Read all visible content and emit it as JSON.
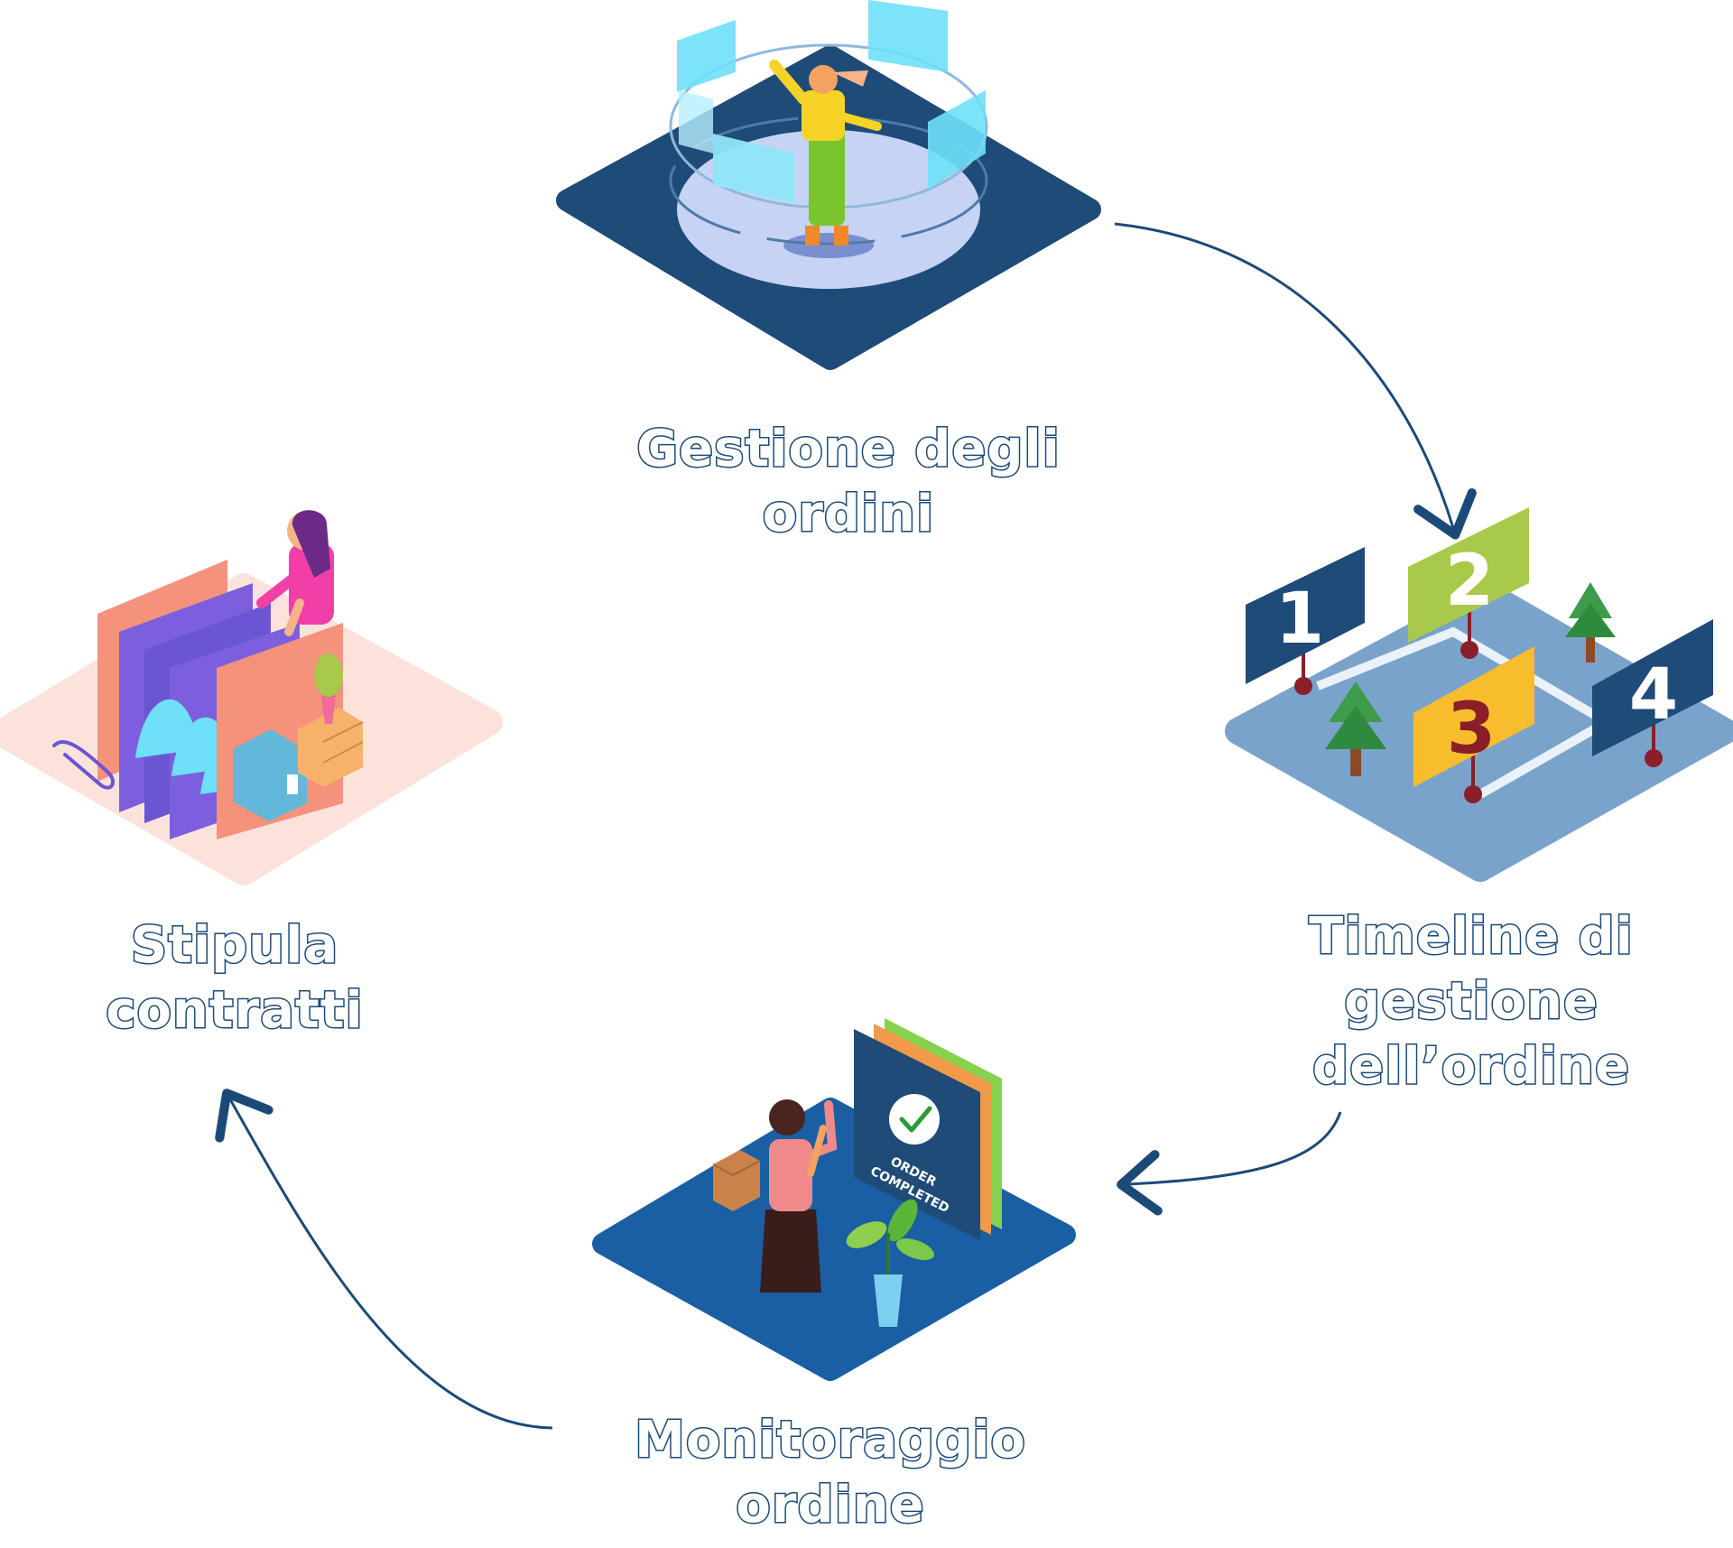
{
  "steps": [
    {
      "id": "gestione",
      "lines": [
        "Gestione degli",
        "ordini"
      ]
    },
    {
      "id": "timeline",
      "lines": [
        "Timeline di",
        "gestione",
        "dell’ordine"
      ]
    },
    {
      "id": "monitoraggio",
      "lines": [
        "Monitoraggio",
        "ordine"
      ]
    },
    {
      "id": "stipula",
      "lines": [
        "Stipula",
        "contratti"
      ]
    }
  ],
  "timeline_signs": [
    "1",
    "2",
    "3",
    "4"
  ],
  "monitor_screen": {
    "line1": "ORDER",
    "line2": "COMPLETED"
  },
  "colors": {
    "navy": "#1c4a78",
    "platform_dark": "#1e4b78",
    "platform_light_blue": "#7aa3cc",
    "platform_mid_blue": "#1a5fa3",
    "platform_pink": "#fbe3dc",
    "cyan_panel": "#6ee0f7",
    "green_sign": "#a8c94a",
    "yellow_sign": "#f7bd2c"
  },
  "icons": [
    "vr-person-illustration",
    "timeline-signs-illustration",
    "order-completed-illustration",
    "filing-cabinet-illustration"
  ]
}
